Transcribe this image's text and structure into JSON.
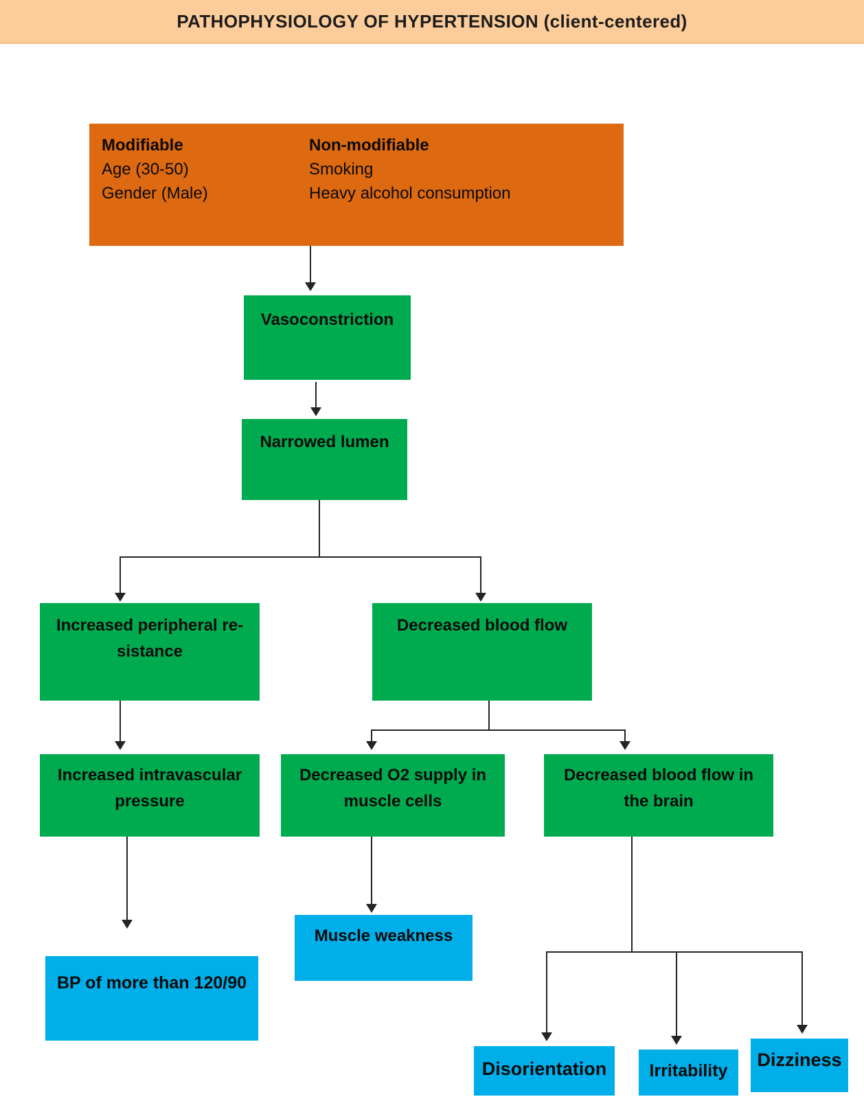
{
  "title": "PATHOPHYSIOLOGY OF HYPERTENSION (client-centered)",
  "colors": {
    "header_bg": "#FCCD9A",
    "risk_factor_box": "#DD6910",
    "process_box": "#00AB4F",
    "outcome_box": "#00AEE9",
    "connector": "#242424"
  },
  "risk_factors": {
    "modifiable": {
      "heading": "Modifiable",
      "items": [
        "Age (30-50)",
        "Gender (Male)"
      ]
    },
    "non_modifiable": {
      "heading": "Non-modifiable",
      "items": [
        "Smoking",
        "Heavy alcohol consumption"
      ]
    }
  },
  "nodes": {
    "vasoconstriction": "Vasoconstriction",
    "narrowed_lumen": "Narrowed lumen",
    "increased_peripheral_resistance": "Increased peripheral re-\nsistance",
    "decreased_blood_flow": "Decreased blood flow",
    "increased_intravascular_pressure": "Increased intravascular\npressure",
    "decreased_o2_supply": "Decreased O2 supply in\nmuscle cells",
    "decreased_blood_flow_brain": "Decreased blood flow in\nthe brain",
    "bp_more_than": "BP of more than 120/90",
    "muscle_weakness": "Muscle weakness",
    "disorientation": "Disorientation",
    "irritability": "Irritability",
    "dizziness": "Dizziness"
  }
}
